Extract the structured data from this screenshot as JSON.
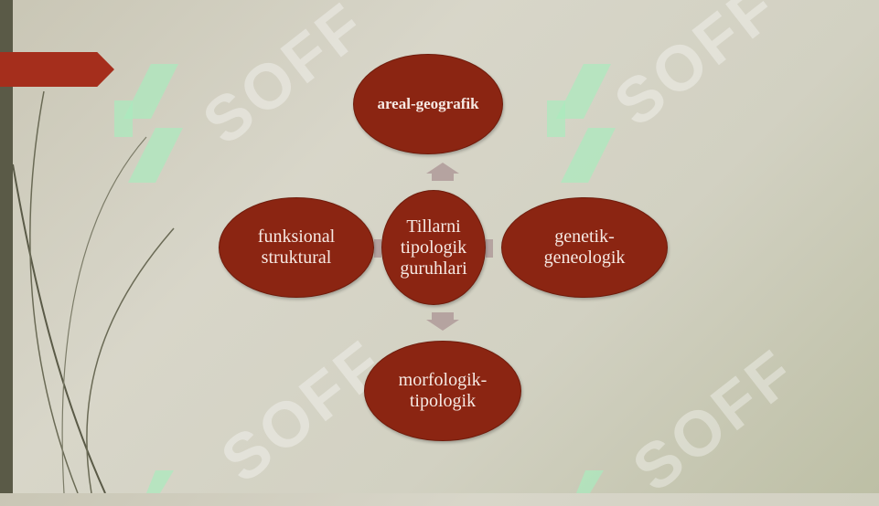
{
  "diagram": {
    "center": "Tillarni tipologik guruhlari",
    "nodes": {
      "top": "areal-geografik",
      "left": "funksional struktural",
      "right": "genetik-geneologik",
      "bottom": "morfologik-tipologik"
    }
  },
  "watermark": {
    "text": "SOFF"
  },
  "colors": {
    "node_fill": "#8b2512",
    "arrow_tab": "#a52e1c",
    "connector": "#b5a3a0"
  }
}
